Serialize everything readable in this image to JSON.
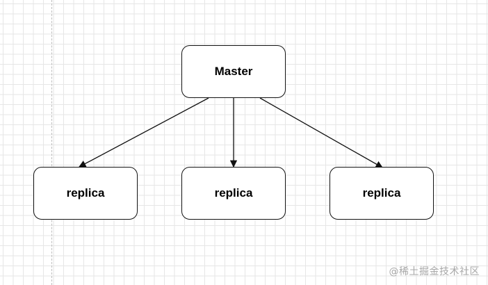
{
  "nodes": {
    "master": "Master",
    "replicas": [
      "replica",
      "replica",
      "replica"
    ]
  },
  "watermark": "@稀土掘金技术社区",
  "colors": {
    "stroke": "#111111",
    "grid": "#e6e6e6",
    "watermark": "#a8a8a8"
  }
}
